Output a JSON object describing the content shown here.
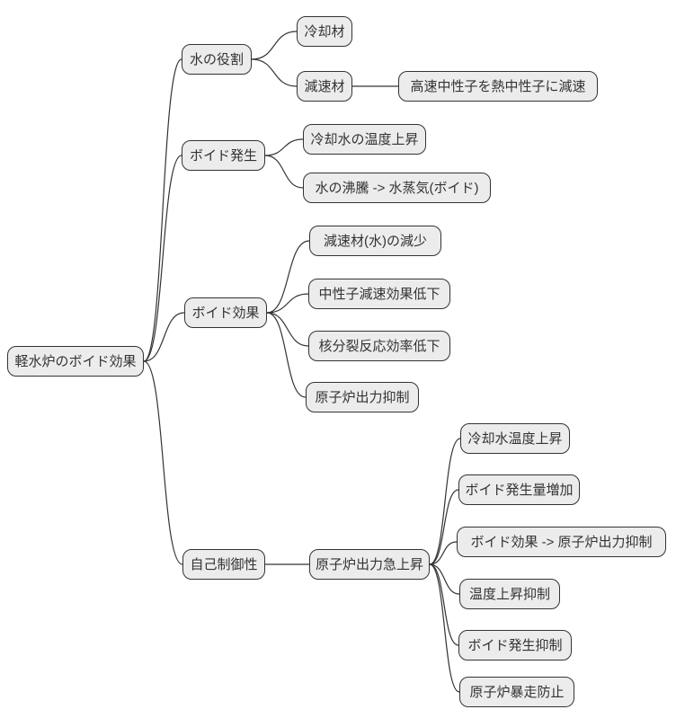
{
  "diagram": {
    "type": "mindmap",
    "background": "#ffffff",
    "colors": {
      "node_fill": "#ececec",
      "node_border": "#333333",
      "edge_stroke": "#333333",
      "text": "#333333"
    }
  },
  "nodes": [
    {
      "id": "root",
      "label": "軽水炉のボイド効果",
      "level": 0,
      "parent": null
    },
    {
      "id": "water-role",
      "label": "水の役割",
      "level": 1,
      "parent": "root"
    },
    {
      "id": "coolant",
      "label": "冷却材",
      "level": 2,
      "parent": "water-role"
    },
    {
      "id": "moderator",
      "label": "減速材",
      "level": 2,
      "parent": "water-role"
    },
    {
      "id": "neutron-slowdown",
      "label": "高速中性子を熱中性子に減速",
      "level": 3,
      "parent": "moderator"
    },
    {
      "id": "void-generation",
      "label": "ボイド発生",
      "level": 1,
      "parent": "root"
    },
    {
      "id": "coolant-temp-rise",
      "label": "冷却水の温度上昇",
      "level": 2,
      "parent": "void-generation"
    },
    {
      "id": "water-boiling",
      "label": "水の沸騰 -> 水蒸気(ボイド)",
      "level": 2,
      "parent": "void-generation"
    },
    {
      "id": "void-effect",
      "label": "ボイド効果",
      "level": 1,
      "parent": "root"
    },
    {
      "id": "moderator-decrease",
      "label": "減速材(水)の減少",
      "level": 2,
      "parent": "void-effect"
    },
    {
      "id": "slowdown-decline",
      "label": "中性子減速効果低下",
      "level": 2,
      "parent": "void-effect"
    },
    {
      "id": "fission-decline",
      "label": "核分裂反応効率低下",
      "level": 2,
      "parent": "void-effect"
    },
    {
      "id": "output-suppression",
      "label": "原子炉出力抑制",
      "level": 2,
      "parent": "void-effect"
    },
    {
      "id": "self-regulation",
      "label": "自己制御性",
      "level": 1,
      "parent": "root"
    },
    {
      "id": "output-surge",
      "label": "原子炉出力急上昇",
      "level": 2,
      "parent": "self-regulation"
    },
    {
      "id": "coolant-temp-up",
      "label": "冷却水温度上昇",
      "level": 3,
      "parent": "output-surge"
    },
    {
      "id": "void-amount-up",
      "label": "ボイド発生量増加",
      "level": 3,
      "parent": "output-surge"
    },
    {
      "id": "void-to-suppression",
      "label": "ボイド効果 -> 原子炉出力抑制",
      "level": 3,
      "parent": "output-surge"
    },
    {
      "id": "temp-rise-suppress",
      "label": "温度上昇抑制",
      "level": 3,
      "parent": "output-surge"
    },
    {
      "id": "void-gen-suppress",
      "label": "ボイド発生抑制",
      "level": 3,
      "parent": "output-surge"
    },
    {
      "id": "runaway-prevention",
      "label": "原子炉暴走防止",
      "level": 3,
      "parent": "output-surge"
    }
  ],
  "edges": [
    {
      "from": "root",
      "to": "water-role"
    },
    {
      "from": "root",
      "to": "void-generation"
    },
    {
      "from": "root",
      "to": "void-effect"
    },
    {
      "from": "root",
      "to": "self-regulation"
    },
    {
      "from": "water-role",
      "to": "coolant"
    },
    {
      "from": "water-role",
      "to": "moderator"
    },
    {
      "from": "moderator",
      "to": "neutron-slowdown"
    },
    {
      "from": "void-generation",
      "to": "coolant-temp-rise"
    },
    {
      "from": "void-generation",
      "to": "water-boiling"
    },
    {
      "from": "void-effect",
      "to": "moderator-decrease"
    },
    {
      "from": "void-effect",
      "to": "slowdown-decline"
    },
    {
      "from": "void-effect",
      "to": "fission-decline"
    },
    {
      "from": "void-effect",
      "to": "output-suppression"
    },
    {
      "from": "self-regulation",
      "to": "output-surge"
    },
    {
      "from": "output-surge",
      "to": "coolant-temp-up"
    },
    {
      "from": "output-surge",
      "to": "void-amount-up"
    },
    {
      "from": "output-surge",
      "to": "void-to-suppression"
    },
    {
      "from": "output-surge",
      "to": "temp-rise-suppress"
    },
    {
      "from": "output-surge",
      "to": "void-gen-suppress"
    },
    {
      "from": "output-surge",
      "to": "runaway-prevention"
    }
  ]
}
